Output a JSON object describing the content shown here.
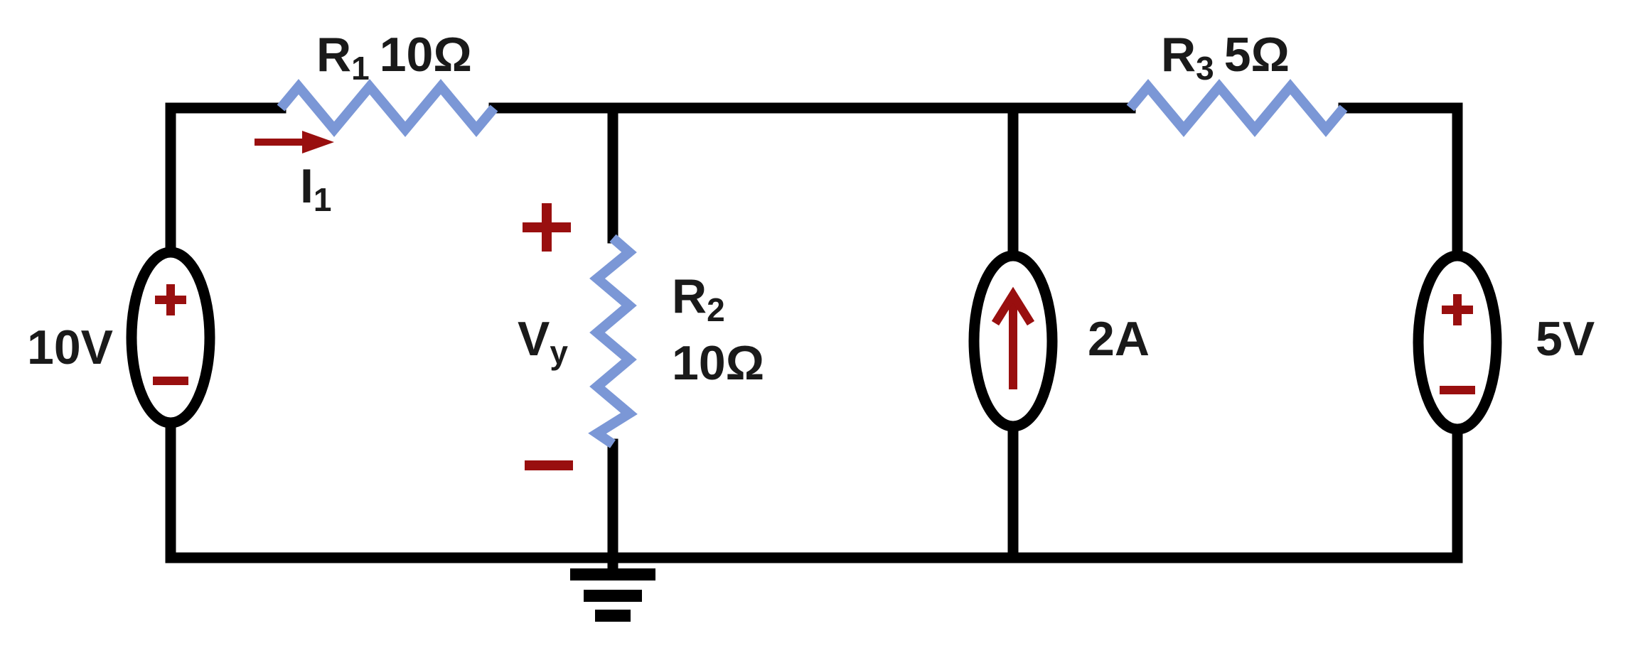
{
  "components": {
    "r1": {
      "name": "R",
      "sub": "1",
      "value": "10Ω"
    },
    "r2": {
      "name": "R",
      "sub": "2",
      "value": "10Ω"
    },
    "r3": {
      "name": "R",
      "sub": "3",
      "value": "5Ω"
    },
    "v1": {
      "value": "10V"
    },
    "v2": {
      "value": "5V"
    },
    "i1": {
      "value": "2A"
    }
  },
  "labels": {
    "current": {
      "name": "I",
      "sub": "1"
    },
    "voltage": {
      "name": "V",
      "sub": "y"
    }
  },
  "colors": {
    "wire": "#000000",
    "resistor": "#7b97d6",
    "polarity": "#990f0f",
    "text": "#1a1a1a"
  }
}
